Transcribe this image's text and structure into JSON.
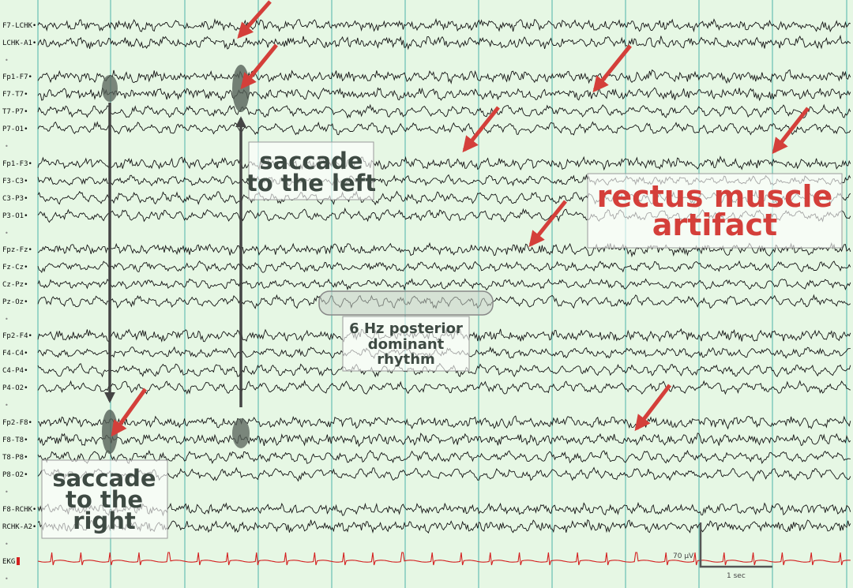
{
  "channels": [
    {
      "name": "F7-LCHK",
      "marker": "•"
    },
    {
      "name": "LCHK-A1",
      "marker": "•"
    },
    {
      "name": "Fp1-F7",
      "marker": "•"
    },
    {
      "name": "F7-T7",
      "marker": "•"
    },
    {
      "name": "T7-P7",
      "marker": "•"
    },
    {
      "name": "P7-O1",
      "marker": "•"
    },
    {
      "name": "Fp1-F3",
      "marker": "•"
    },
    {
      "name": "F3-C3",
      "marker": "•"
    },
    {
      "name": "C3-P3",
      "marker": "•"
    },
    {
      "name": "P3-O1",
      "marker": "•"
    },
    {
      "name": "Fpz-Fz",
      "marker": "•"
    },
    {
      "name": "Fz-Cz",
      "marker": "•"
    },
    {
      "name": "Cz-Pz",
      "marker": "•"
    },
    {
      "name": "Pz-Oz",
      "marker": "•"
    },
    {
      "name": "Fp2-F4",
      "marker": "•"
    },
    {
      "name": "F4-C4",
      "marker": "•"
    },
    {
      "name": "C4-P4",
      "marker": "•"
    },
    {
      "name": "P4-O2",
      "marker": "•"
    },
    {
      "name": "Fp2-F8",
      "marker": "•"
    },
    {
      "name": "F8-T8",
      "marker": "•"
    },
    {
      "name": "T8-P8",
      "marker": "•"
    },
    {
      "name": "P8-O2",
      "marker": "•"
    },
    {
      "name": "F8-RCHK",
      "marker": "•"
    },
    {
      "name": "RCHK-A2",
      "marker": "•"
    },
    {
      "name": "EKG",
      "marker": ""
    }
  ],
  "separator_dot": "•",
  "annotations": {
    "saccade_left": [
      "saccade",
      "to the left"
    ],
    "saccade_right": [
      "saccade",
      "to the",
      "right"
    ],
    "rectus": [
      "rectus muscle",
      "artifact"
    ],
    "pdr": [
      "6 Hz posterior",
      "dominant",
      "rhythm"
    ]
  },
  "scale": {
    "amplitude": "70 μV",
    "time": "1 sec"
  },
  "colors": {
    "background": "#e6f7e4",
    "gridline": "#4fb3aa",
    "trace": "#141414",
    "ekg_trace": "#d42020",
    "annotation_arrow": "#d43f3a",
    "annotation_text_dark": "#3e4a43",
    "annotation_text_red": "#d43f3a"
  }
}
